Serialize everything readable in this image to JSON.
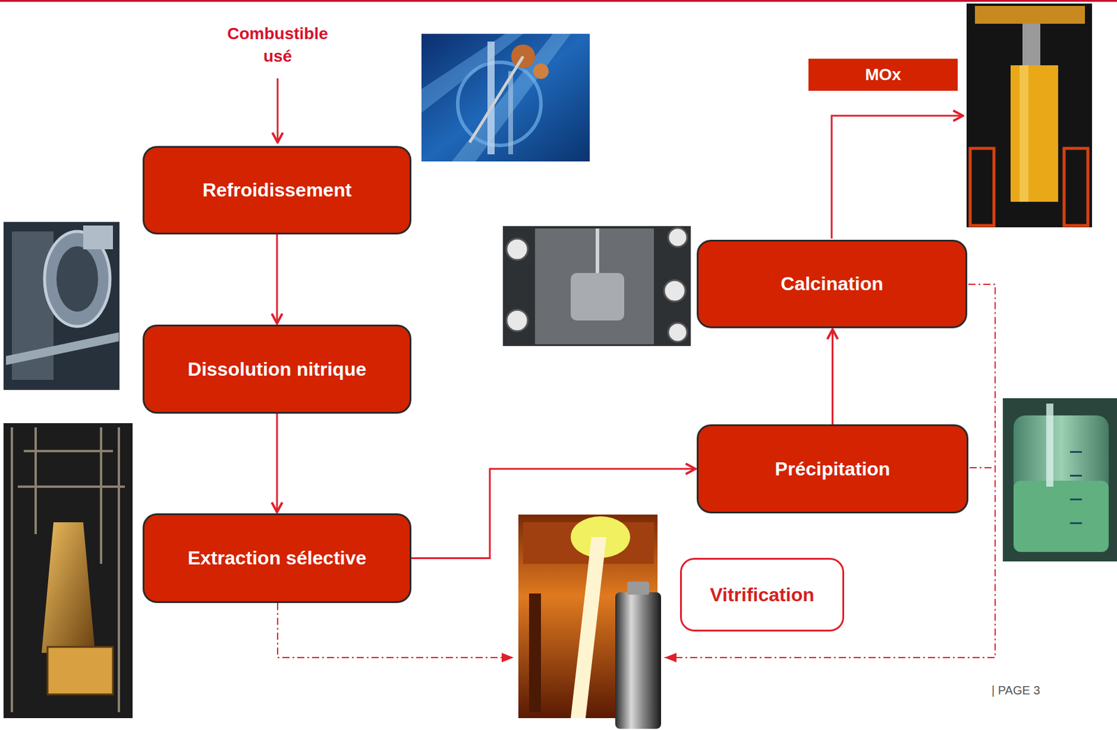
{
  "diagram": {
    "nodes": [
      {
        "text": [
          "Refroidissement"
        ]
      },
      {
        "text": [
          "Dissolution nitrique"
        ]
      },
      {
        "text": [
          "Extraction sélective"
        ]
      },
      {
        "text": [
          "Précipitation"
        ]
      },
      {
        "text": [
          "Calcination"
        ]
      },
      {
        "text": [
          "MOx"
        ]
      },
      {
        "text": [
          "Vitrification"
        ]
      }
    ],
    "edges": [
      {
        "from": 0,
        "to": 1,
        "arrow": "to"
      },
      {
        "from": 1,
        "to": 2,
        "arrow": "to"
      },
      {
        "from": 2,
        "to": 3,
        "arrow": "to"
      },
      {
        "from": 3,
        "to": 4,
        "arrow": "to"
      }
    ],
    "labels": [
      "Combustible usé",
      "| PAGE 3"
    ]
  }
}
